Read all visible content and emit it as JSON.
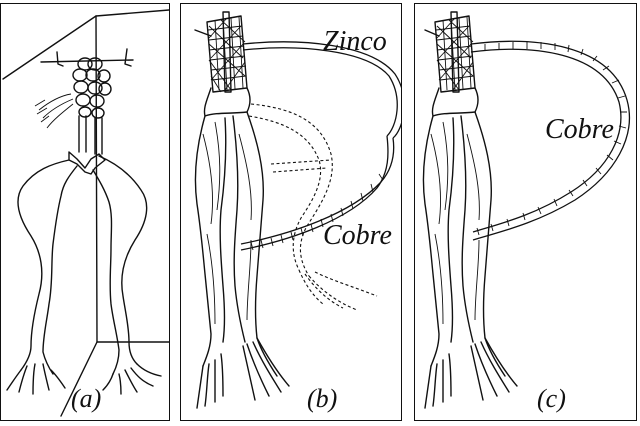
{
  "panels": {
    "a": {
      "caption": "(a)"
    },
    "b": {
      "caption": "(b)",
      "label_zinc": "Zinco",
      "label_copper": "Cobre"
    },
    "c": {
      "caption": "(c)",
      "label_copper": "Cobre"
    }
  }
}
